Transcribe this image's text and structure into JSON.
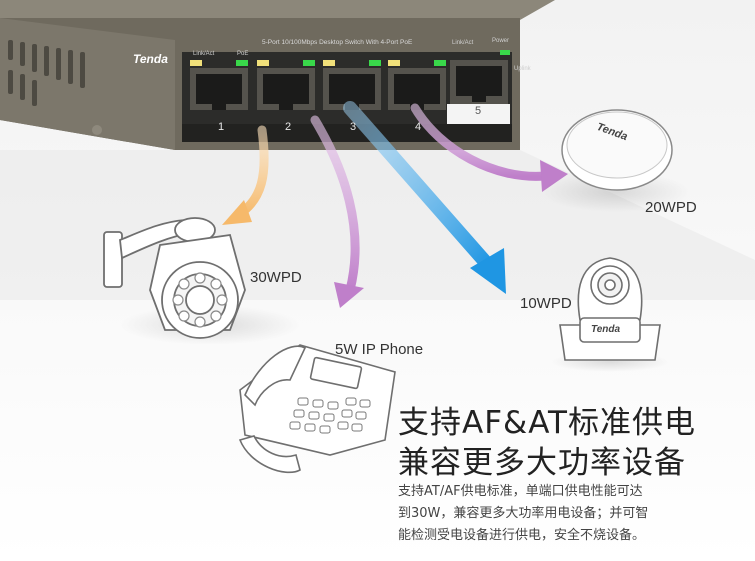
{
  "switch": {
    "brand": "Tenda",
    "model_line": "5-Port 10/100Mbps Desktop Switch With 4-Port PoE",
    "link_act": "Link/Act",
    "poe": "PoE",
    "power": "Power",
    "uplink": "Uplink",
    "ports": [
      "1",
      "2",
      "3",
      "4",
      "5"
    ]
  },
  "devices": {
    "ptz_camera": "30WPD",
    "ip_phone": "5W IP Phone",
    "ap": "20WPD",
    "cube_camera": "10WPD",
    "ap_brand": "Tenda",
    "cam_brand": "Tenda"
  },
  "headline": {
    "line1": "支持AF&AT标准供电",
    "line2": "兼容更多大功率设备"
  },
  "description": {
    "line1": "支持AT/AF供电标准，单端口供电性能可达",
    "line2": "到30W，兼容更多大功率用电设备；并可智",
    "line3": "能检测受电设备进行供电，安全不烧设备。"
  },
  "colors": {
    "arrow_orange": "#f8c98a",
    "arrow_purple": "#c98fd0",
    "arrow_blue": "#3aa6e8",
    "switch_body": "#6e6a5f",
    "led_green": "#39d84a"
  }
}
